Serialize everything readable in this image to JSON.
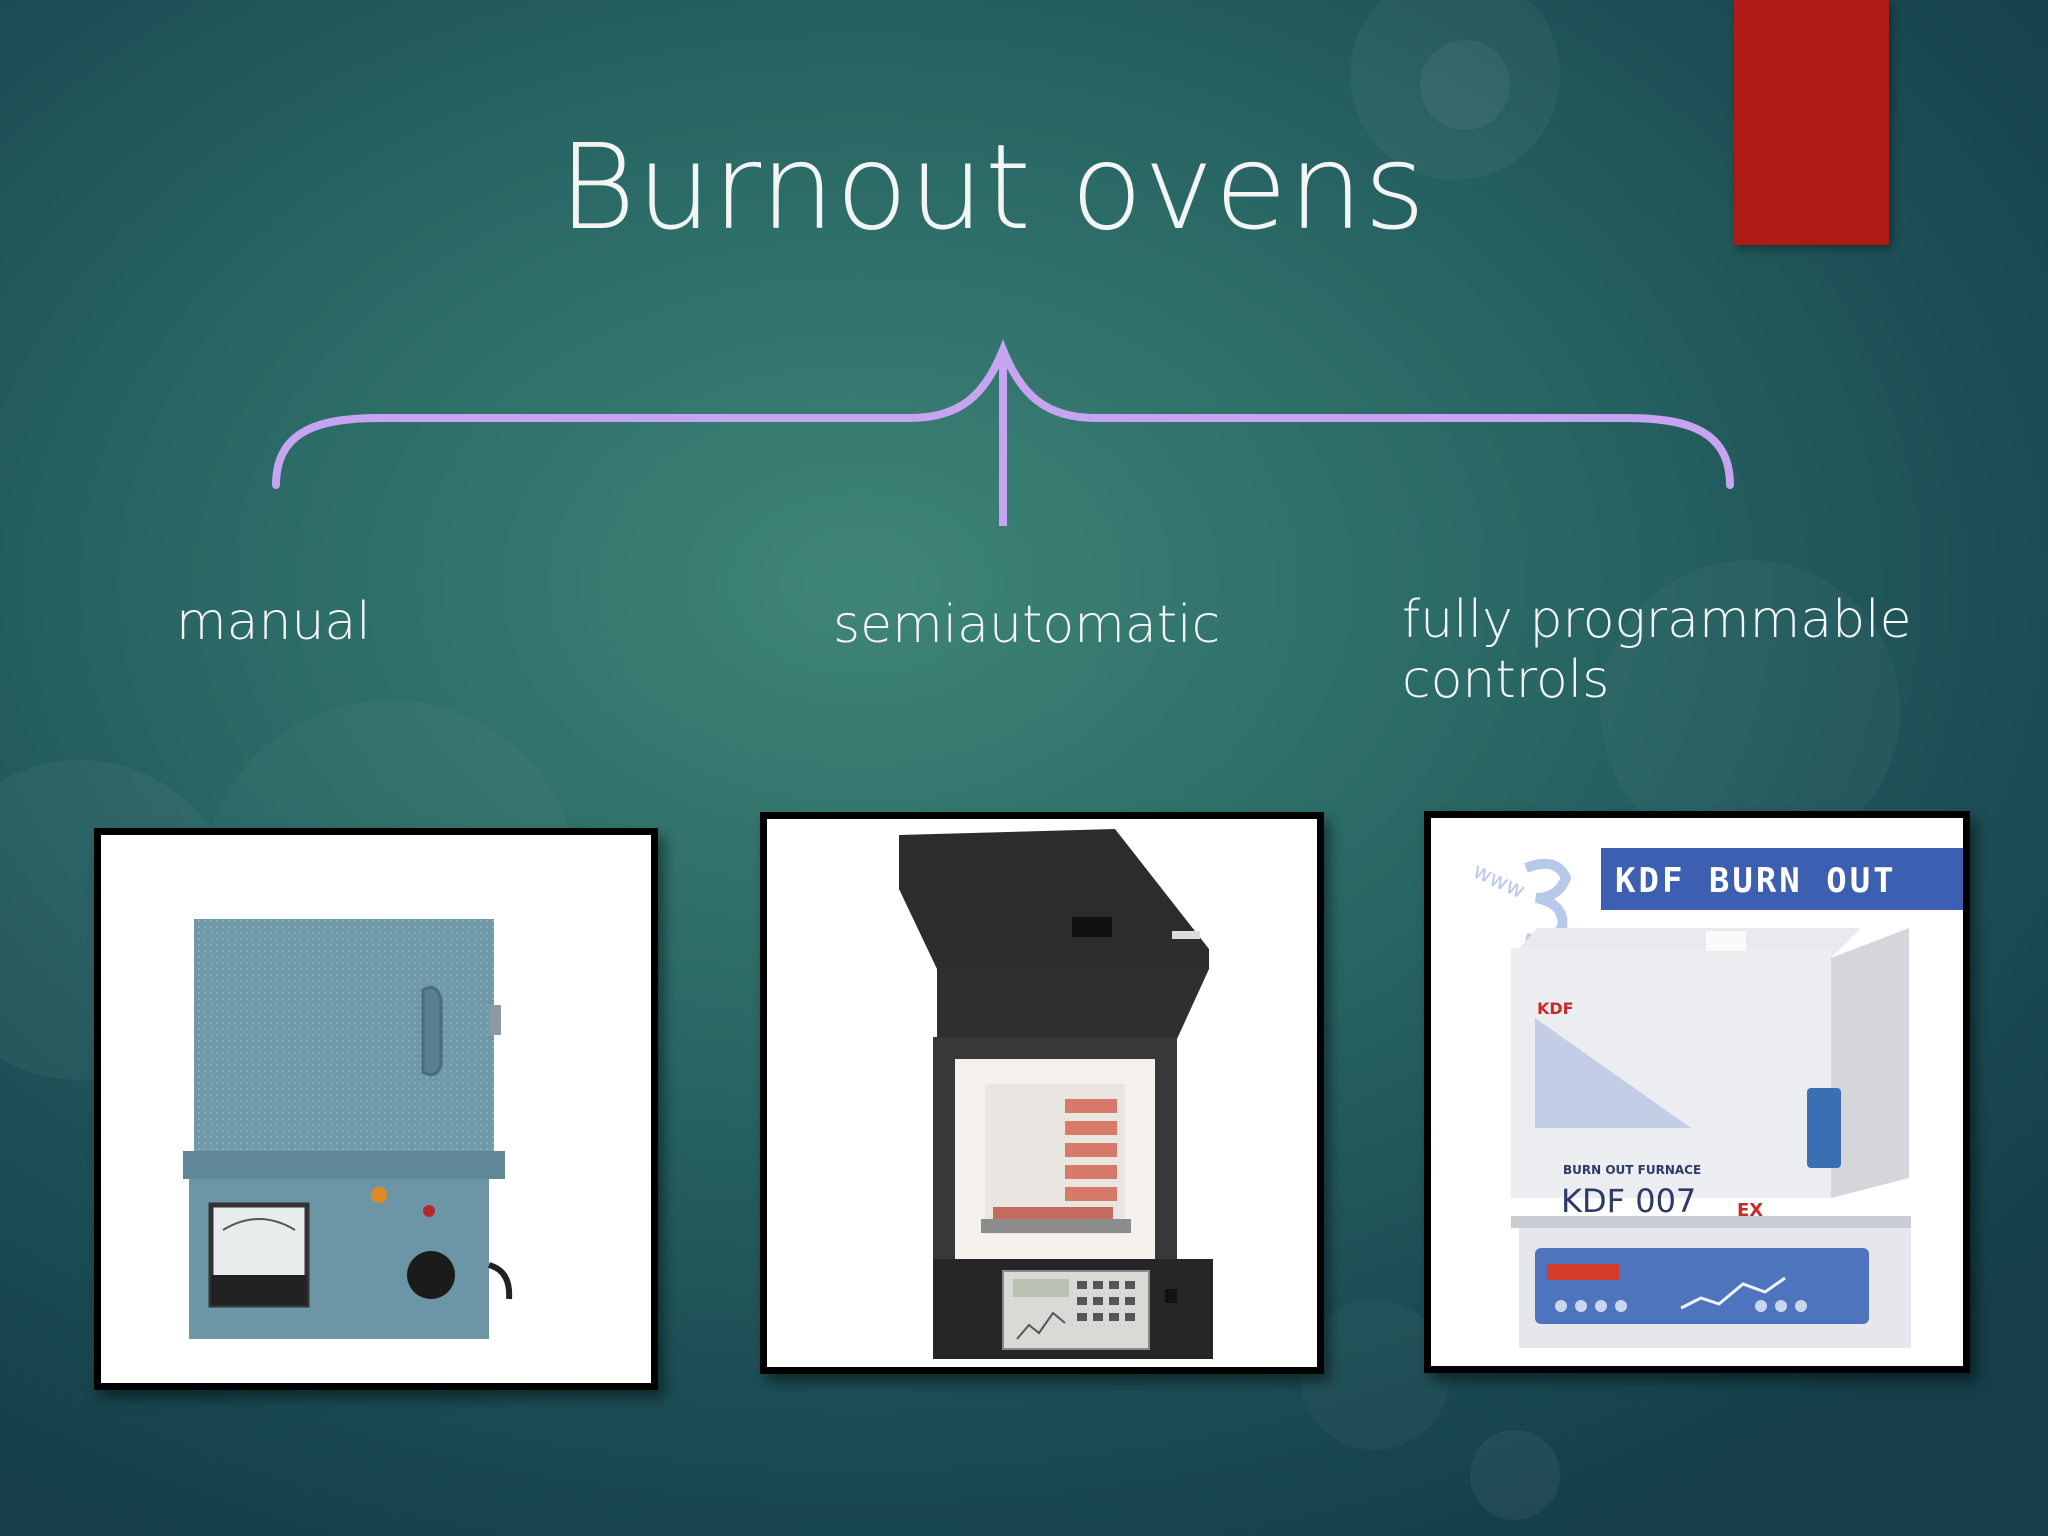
{
  "slide": {
    "title": "Burnout ovens",
    "categories": [
      {
        "label": "manual"
      },
      {
        "label": "semiautomatic"
      },
      {
        "label": "fully programmable controls"
      }
    ],
    "images": {
      "kdf_banner": "KDF  BURN OUT",
      "kdf_brand": "KDF",
      "kdf_caption": "BURN OUT FURNACE",
      "kdf_model": "KDF 007",
      "kdf_suffix": "EX"
    }
  },
  "colors": {
    "accent_tab": "#ae1a14",
    "brace": "#c6a4f2",
    "title_text": "#f2f5f4"
  }
}
